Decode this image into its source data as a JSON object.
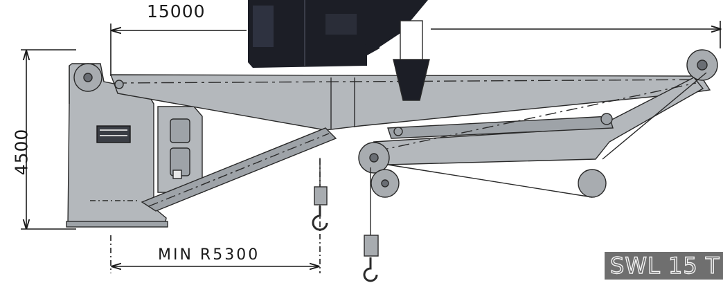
{
  "dimensions": {
    "top_length": "15000",
    "height": "4500",
    "min_radius": "MIN R5300"
  },
  "badge": {
    "text": "SWL 15 T"
  },
  "colors": {
    "steel": "#b4b8bc",
    "steel_dark": "#9ea3a8",
    "outline": "#2a2a2a",
    "hook_block": "#a8acb0",
    "black_mass": "#1c1e26",
    "badge_bg": "#6f6f6f"
  }
}
